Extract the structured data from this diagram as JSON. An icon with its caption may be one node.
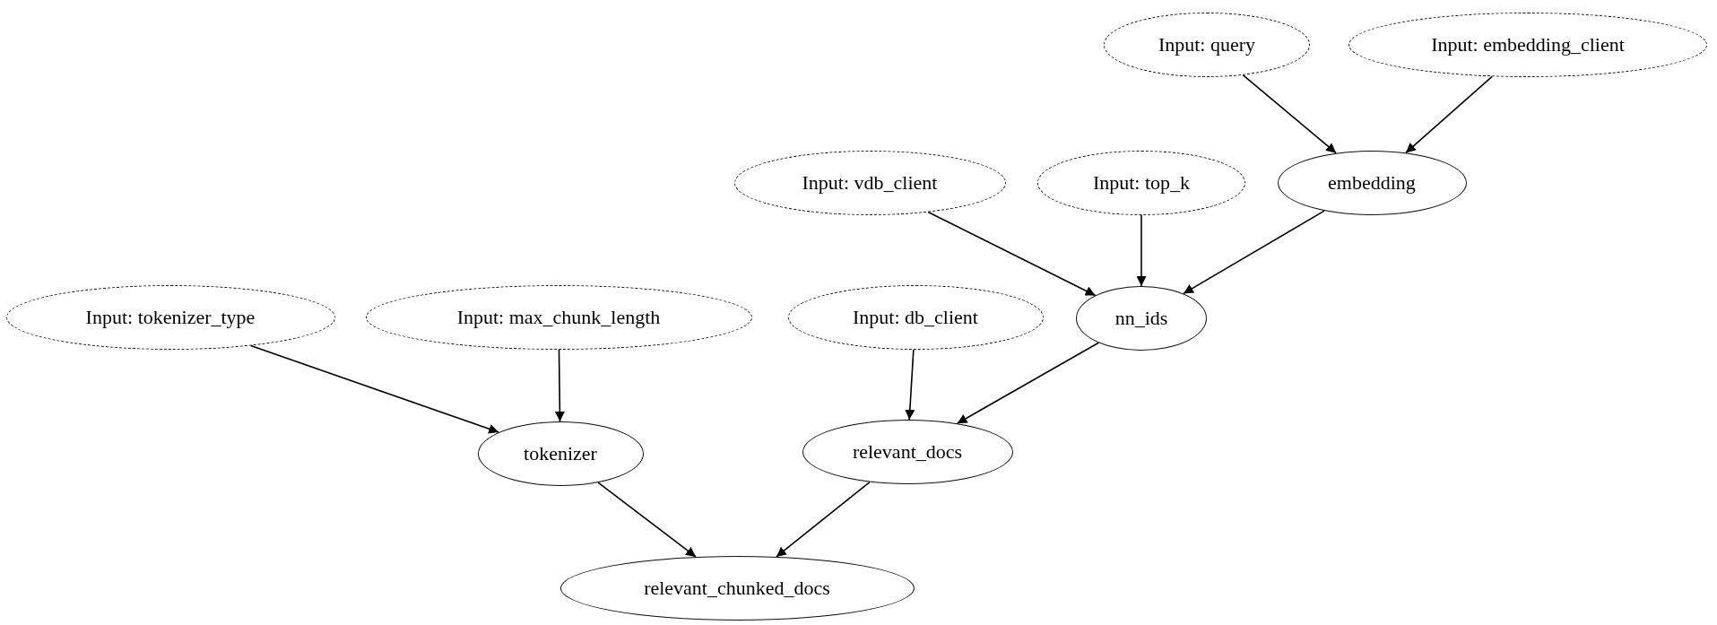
{
  "diagram": {
    "nodes": [
      {
        "text": [
          "Input: query"
        ]
      },
      {
        "text": [
          "Input: embedding_client"
        ]
      },
      {
        "text": [
          "Input: vdb_client"
        ]
      },
      {
        "text": [
          "Input: top_k"
        ]
      },
      {
        "text": [
          "embedding"
        ]
      },
      {
        "text": [
          "Input: tokenizer_type"
        ]
      },
      {
        "text": [
          "Input: max_chunk_length"
        ]
      },
      {
        "text": [
          "Input: db_client"
        ]
      },
      {
        "text": [
          "nn_ids"
        ]
      },
      {
        "text": [
          "tokenizer"
        ]
      },
      {
        "text": [
          "relevant_docs"
        ]
      },
      {
        "text": [
          "relevant_chunked_docs"
        ]
      }
    ],
    "edges": [
      {
        "from": 0,
        "to": 4,
        "arrow": "to"
      },
      {
        "from": 1,
        "to": 4,
        "arrow": "to"
      },
      {
        "from": 2,
        "to": 8,
        "arrow": "to"
      },
      {
        "from": 3,
        "to": 8,
        "arrow": "to"
      },
      {
        "from": 4,
        "to": 8,
        "arrow": "to"
      },
      {
        "from": 8,
        "to": 10,
        "arrow": "to"
      },
      {
        "from": 7,
        "to": 10,
        "arrow": "to"
      },
      {
        "from": 5,
        "to": 9,
        "arrow": "to"
      },
      {
        "from": 6,
        "to": 9,
        "arrow": "to"
      },
      {
        "from": 9,
        "to": 11,
        "arrow": "to"
      },
      {
        "from": 10,
        "to": 11,
        "arrow": "to"
      }
    ]
  }
}
